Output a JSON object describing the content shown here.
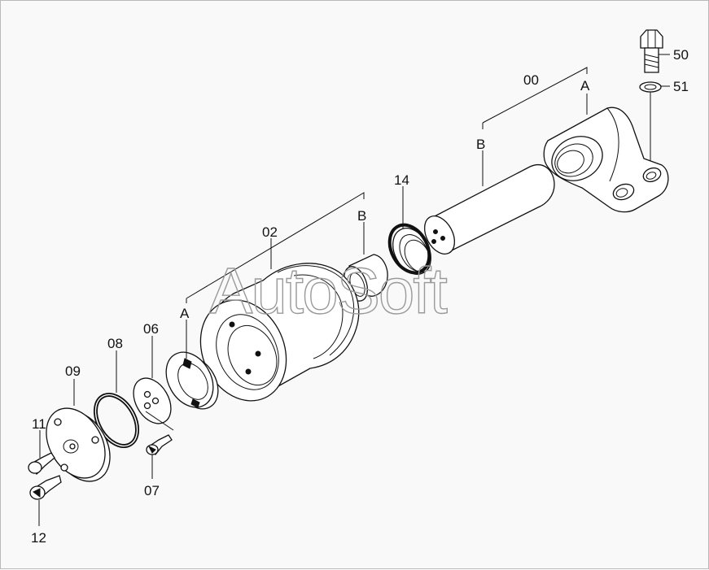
{
  "watermark": "AutoSoft",
  "labels": {
    "p00": "00",
    "p02": "02",
    "p06": "06",
    "p07": "07",
    "p08": "08",
    "p09": "09",
    "p11": "11",
    "p12": "12",
    "p14": "14",
    "p50": "50",
    "p51": "51",
    "a1": "A",
    "a2": "A",
    "b1": "B",
    "b2": "B"
  }
}
